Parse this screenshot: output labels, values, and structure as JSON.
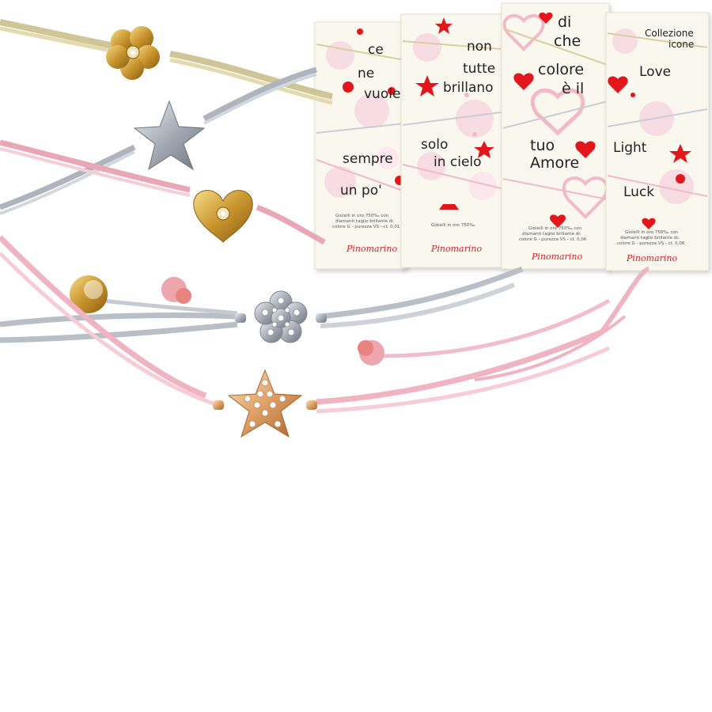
{
  "colors": {
    "beige_cord": "#d9cfa0",
    "grey_cord": "#c9ced6",
    "pink_cord": "#f2b9c6",
    "gold": "#c9952c",
    "silver": "#b9bec6",
    "rose_gold": "#e0a77a",
    "red_accent": "#e3141e",
    "card_bg": "#faf8ee"
  },
  "cards": [
    {
      "lines": [
        "ce",
        "ne",
        "vuole",
        "sempre",
        "un po'"
      ],
      "fine_print": [
        "Gioielli in oro 750‰ con",
        "diamanti taglio brillante di",
        "colore G - purezza VS - ct. 0,01"
      ],
      "brand": "Pinomarino"
    },
    {
      "lines": [
        "non",
        "tutte",
        "brillano",
        "solo",
        "in cielo"
      ],
      "fine_print": [
        "Gioielli in oro 750‰"
      ],
      "brand": "Pinomarino"
    },
    {
      "lines": [
        "di",
        "che",
        "colore",
        "è il",
        "tuo",
        "Amore"
      ],
      "fine_print": [
        "Gioielli in oro 750‰ con",
        "diamanti taglio brillante di:",
        "colore G - purezza VS - ct. 0,06"
      ],
      "brand": "Pinomarino"
    },
    {
      "lines": [
        "Collezione",
        "icone",
        "Love",
        "Light",
        "Luck"
      ],
      "fine_print": [
        "Gioielli in oro 750‰ con",
        "diamanti taglio brillante di:",
        "colore G - purezza VS - ct. 0,06"
      ],
      "brand": "Pinomarino"
    }
  ],
  "icons": [
    "flower-charm-icon",
    "star-charm-icon",
    "heart-charm-icon",
    "flower-pave-charm-icon",
    "star-pave-charm-icon"
  ]
}
